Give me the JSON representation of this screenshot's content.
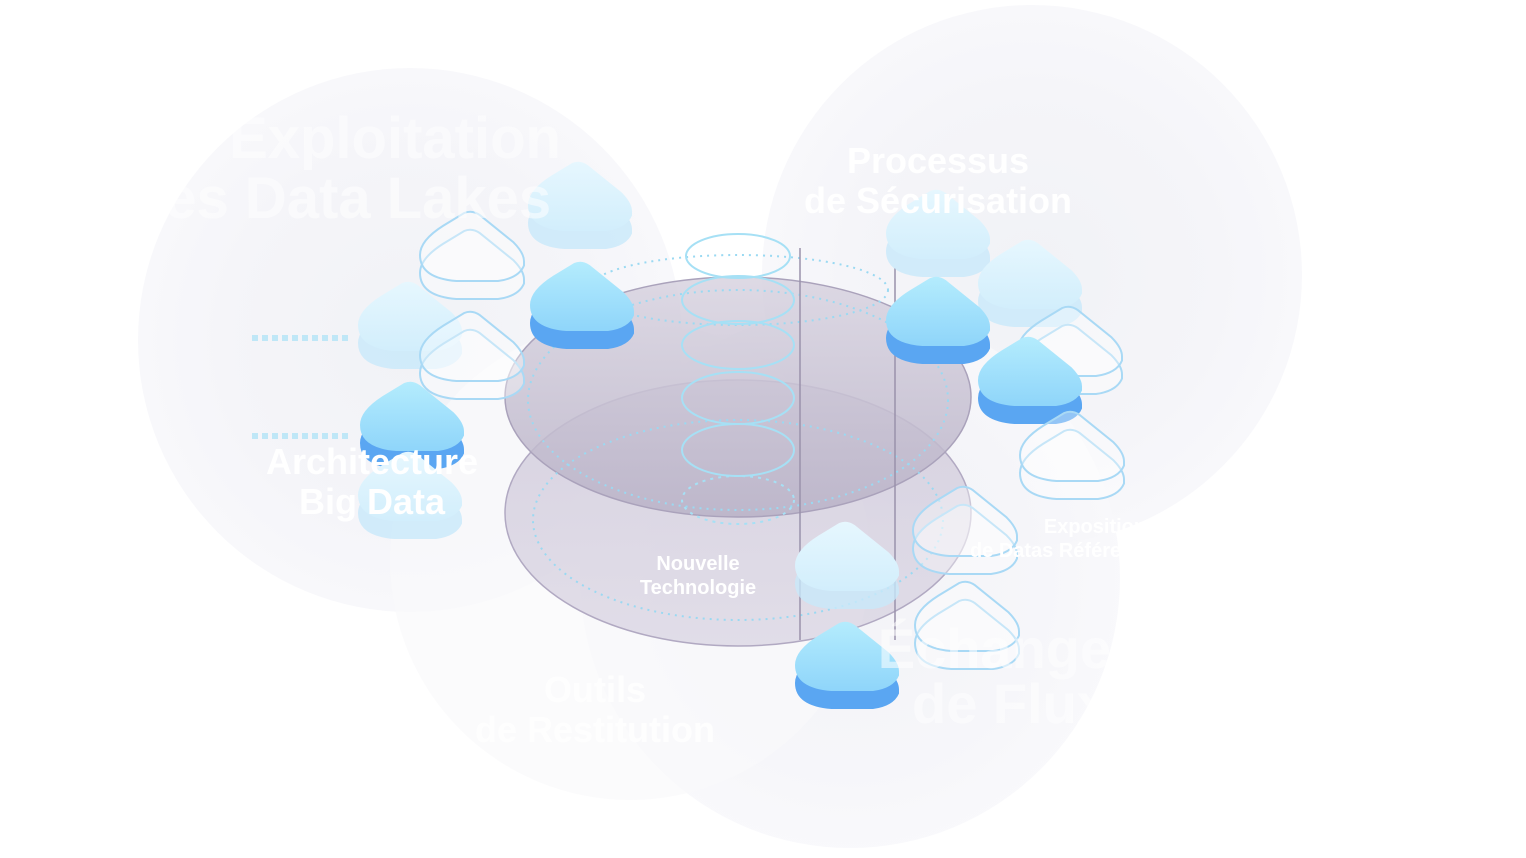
{
  "center": {
    "line1": "Nouvelle",
    "line2": "Technologie"
  },
  "topics": {
    "data_lakes": {
      "line1": "Exploitation",
      "line2": "des Data Lakes"
    },
    "securisation": {
      "line1": "Processus",
      "line2": "de Sécurisation"
    },
    "architecture": {
      "line1": "Architecture",
      "line2": "Big Data"
    },
    "exposition": {
      "line1": "Exposition",
      "line2": "de Datas Référentielles"
    },
    "outils": {
      "line1": "Outils",
      "line2": "de Restitution"
    },
    "echanges": {
      "line1": "Échanges",
      "line2": "de Flux"
    }
  },
  "colors": {
    "tile_solid_top": "#a8e6fb",
    "tile_solid_side": "#5aa6f2",
    "tile_pale": "#dcf3fd",
    "tile_outline": "#a9d9f5",
    "disc_fill": "#c9c3d4",
    "circle_bg": "#f6f6f9"
  }
}
